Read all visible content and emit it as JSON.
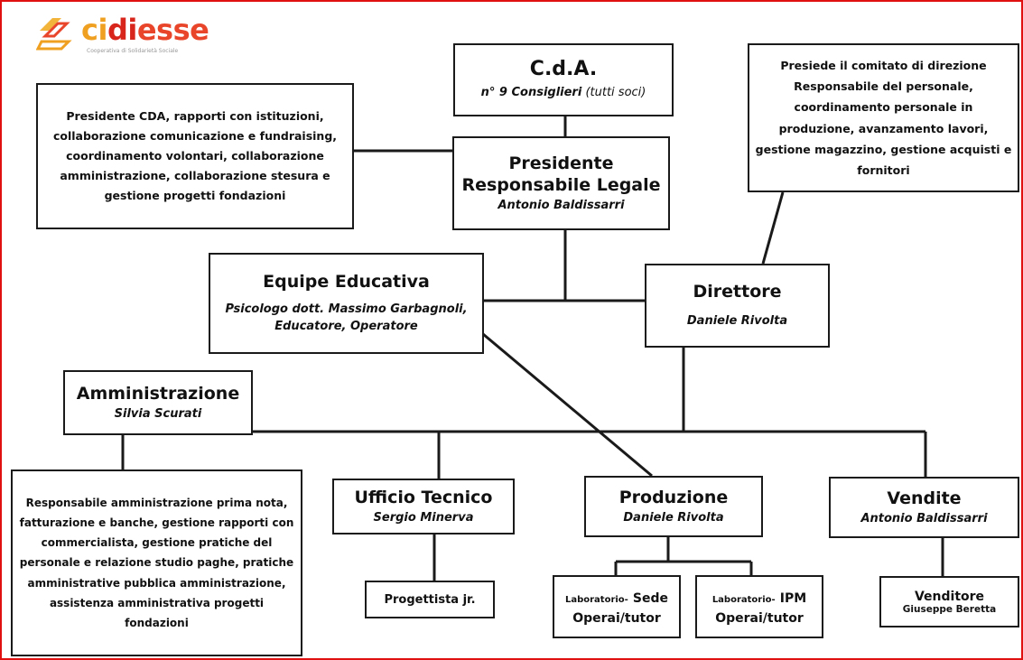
{
  "logo": {
    "brand_prefix": "ci",
    "brand_mid": "di",
    "brand_suffix": "esse",
    "tagline": "Cooperativa di Solidarietà Sociale"
  },
  "cda": {
    "title": "C.d.A.",
    "subtitle_strong": "n° 9 Consiglieri",
    "subtitle_light": "(tutti soci)"
  },
  "presidente_note": "Presidente CDA, rapporti con istituzioni, collaborazione comunicazione e fundraising, coordinamento volontari, collaborazione amministrazione, collaborazione stesura e gestione progetti fondazioni",
  "presidente": {
    "title1": "Presidente",
    "title2": "Responsabile Legale",
    "name": "Antonio Baldissarri"
  },
  "direttore_note": "Presiede il comitato di direzione Responsabile del personale, coordinamento personale in produzione, avanzamento lavori, gestione magazzino, gestione acquisti e fornitori",
  "equipe": {
    "title": "Equipe Educativa",
    "line1": "Psicologo dott. Massimo Garbagnoli,",
    "line2": "Educatore, Operatore"
  },
  "direttore": {
    "title": "Direttore",
    "name": "Daniele Rivolta"
  },
  "amministrazione": {
    "title": "Amministrazione",
    "name": "Silvia Scurati"
  },
  "amministrazione_note": "Responsabile amministrazione prima nota, fatturazione e banche, gestione rapporti con commercialista, gestione pratiche del personale e relazione studio paghe, pratiche amministrative pubblica amministrazione, assistenza amministrativa progetti fondazioni",
  "ufficio_tecnico": {
    "title": "Ufficio Tecnico",
    "name": "Sergio Minerva"
  },
  "progettista": {
    "title": "Progettista jr."
  },
  "produzione": {
    "title": "Produzione",
    "name": "Daniele Rivolta"
  },
  "lab_sede": {
    "prefix": "Laboratorio-",
    "place": "Sede",
    "role": "Operai/tutor"
  },
  "lab_ipm": {
    "prefix": "Laboratorio-",
    "place": "IPM",
    "role": "Operai/tutor"
  },
  "vendite": {
    "title": "Vendite",
    "name": "Antonio Baldissarri"
  },
  "venditore": {
    "title": "Venditore",
    "name": "Giuseppe Beretta"
  }
}
